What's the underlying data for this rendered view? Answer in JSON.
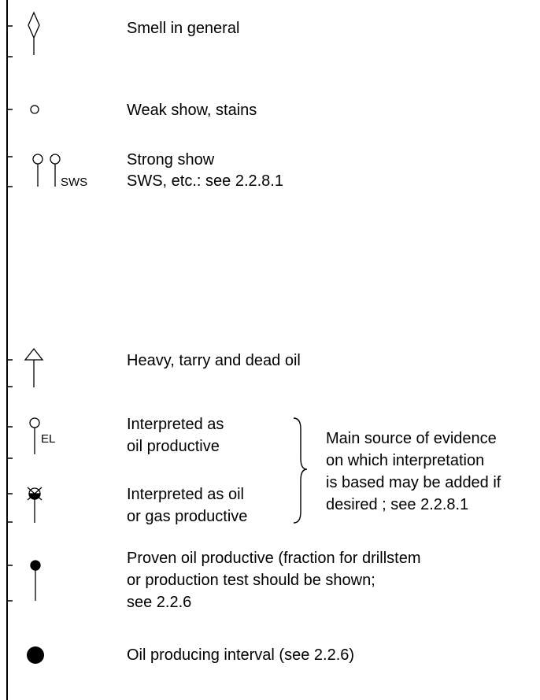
{
  "legend": {
    "smell_general": "Smell in general",
    "weak_show": "Weak show, stains",
    "strong_show": "Strong show",
    "strong_show_ref": "SWS, etc.: see 2.2.8.1",
    "strong_show_sub": "SWS",
    "heavy_oil": "Heavy, tarry and dead oil",
    "interp_oil_1": "Interpreted as",
    "interp_oil_2": "oil productive",
    "interp_oil_sub": "EL",
    "interp_oilgas_1": "Interpreted as oil",
    "interp_oilgas_2": "or gas productive",
    "note_1": "Main source of evidence",
    "note_2": "on which interpretation",
    "note_3": "is based may be added if",
    "note_4": "desired ; see 2.2.8.1",
    "proven_1": "Proven oil productive (fraction for drillstem",
    "proven_2": "or production test should be shown;",
    "proven_3": "see 2.2.6",
    "producing": "Oil producing interval (see 2.2.6)"
  }
}
